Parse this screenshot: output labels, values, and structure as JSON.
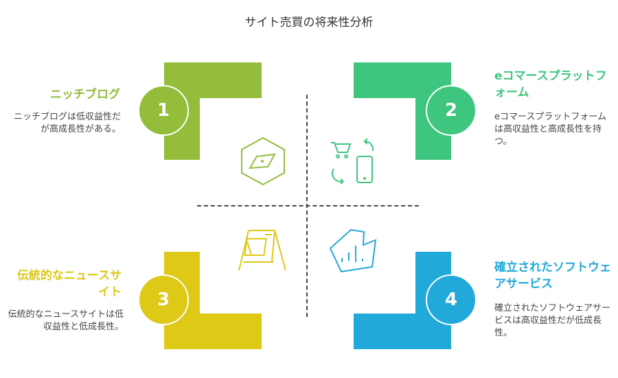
{
  "title": "サイト売買の将来性分析",
  "colors": {
    "q1": "#93BD3A",
    "q2": "#3EC67E",
    "q3": "#DDC916",
    "q4": "#21A9D9"
  },
  "quadrants": [
    {
      "number": "1",
      "heading": "ニッチブログ",
      "desc": "ニッチブログは低収益性だが高成長性がある。",
      "icon": "compass-hexagon-icon"
    },
    {
      "number": "2",
      "heading": "eコマースプラットフォーム",
      "desc": "eコマースプラットフォームは高収益性と高成長性を持つ。",
      "icon": "cart-phone-icon"
    },
    {
      "number": "3",
      "heading": "伝統的なニュースサイト",
      "desc": "伝統的なニュースサイトは低収益性と低成長性。",
      "icon": "signboard-icon"
    },
    {
      "number": "4",
      "heading": "確立されたソフトウェアサービス",
      "desc": "確立されたソフトウェアサービスは高収益性だが低成長性。",
      "icon": "chart-shape-icon"
    }
  ]
}
